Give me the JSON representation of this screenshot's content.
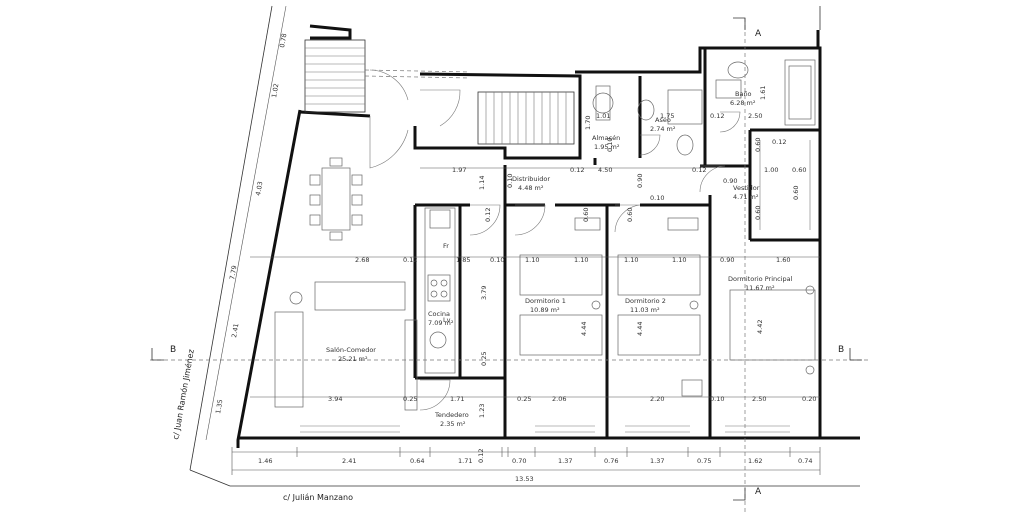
{
  "streets": {
    "bottom": "c/ Julián Manzano",
    "left": "c/ Juan Ramón Jiménez"
  },
  "sections": {
    "a": "A",
    "b": "B"
  },
  "rooms": {
    "salon": {
      "name": "Salón-Comedor",
      "area": "25.21 m²"
    },
    "cocina": {
      "name": "Cocina",
      "area": "7.09 m²"
    },
    "tendedero": {
      "name": "Tendedero",
      "area": "2.35 m²"
    },
    "distribuidor": {
      "name": "Distribuidor",
      "area": "4.48 m²"
    },
    "almacen": {
      "name": "Almacén",
      "area": "1.95 m²"
    },
    "aseo": {
      "name": "Aseo",
      "area": "2.74 m²"
    },
    "bano": {
      "name": "Baño",
      "area": "6.28 m²"
    },
    "vestidor": {
      "name": "Vestidor",
      "area": "4.71 m²"
    },
    "dormitorio1": {
      "name": "Dormitorio 1",
      "area": "10.89 m²"
    },
    "dormitorio2": {
      "name": "Dormitorio 2",
      "area": "11.03 m²"
    },
    "principal": {
      "name": "Dormitorio Principal",
      "area": "11.67 m²"
    }
  },
  "bottom_dims": [
    "1.46",
    "2.41",
    "0.64",
    "1.71",
    "0.12",
    "0.70",
    "1.37",
    "0.76",
    "1.37",
    "0.75",
    "1.62",
    "0.74"
  ],
  "total_width": "13.53",
  "left_dims": [
    "0.78",
    "1.02",
    "4.03",
    "7.79",
    "2.41",
    "1.35"
  ],
  "row_dims": [
    "2.68",
    "0.12",
    "1.85",
    "0.10",
    "1.10",
    "1.10",
    "1.10",
    "1.10",
    "0.90",
    "1.60"
  ],
  "low_row_dims": [
    "3.94",
    "0.25",
    "1.71",
    "0.25",
    "2.06",
    "2.20",
    "0.10",
    "2.50",
    "0.20"
  ],
  "misc_dims": {
    "d197": "1.97",
    "d114": "1.14",
    "d450": "4.50",
    "d090a": "0.90",
    "d090b": "0.90",
    "d010a": "0.10",
    "d010b": "0.10",
    "d012a": "0.12",
    "d012b": "0.12",
    "d012c": "0.12",
    "d101": "1.01",
    "d175": "1.75",
    "d170": "1.70",
    "d012d": "0.12",
    "d250": "2.50",
    "d161": "1.61",
    "d060a": "0.60",
    "d060b": "0.60",
    "d060c": "0.60",
    "d100": "1.00",
    "d060d": "0.60",
    "d012e": "0.12",
    "d379": "3.79",
    "d444a": "4.44",
    "d444b": "4.44",
    "d442": "4.42",
    "d025": "0.25",
    "d123": "1.23",
    "d060e": "0.60",
    "d060f": "0.60",
    "d010c": "0.10"
  },
  "appliances": {
    "fr": "Fr",
    "lv": "Lv"
  }
}
